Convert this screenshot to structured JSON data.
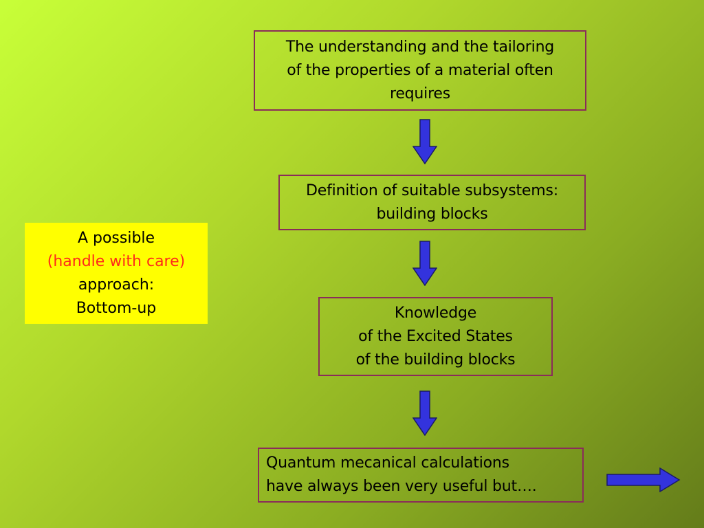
{
  "flow": {
    "box1": {
      "line1": "The understanding and the tailoring",
      "line2": "of the properties of a material often",
      "line3": "requires"
    },
    "box2": {
      "line1": "Definition of suitable subsystems:",
      "line2": "building blocks"
    },
    "box3": {
      "line1": "Knowledge",
      "line2": "of the Excited States",
      "line3": "of the building blocks"
    },
    "box4": {
      "line1": "Quantum mecanical calculations",
      "line2": "have always been very useful but…."
    }
  },
  "side": {
    "line1": "A possible",
    "line2": "(handle with care)",
    "line3": "approach:",
    "line4": "Bottom-up"
  },
  "colors": {
    "arrow_fill": "#3333dd",
    "box_border": "#8a2c5a",
    "highlight_bg": "#ffff00",
    "highlight_text": "#ff2a1a"
  },
  "icons": {
    "down_arrow": "down-arrow-icon",
    "right_arrow": "right-arrow-icon"
  }
}
